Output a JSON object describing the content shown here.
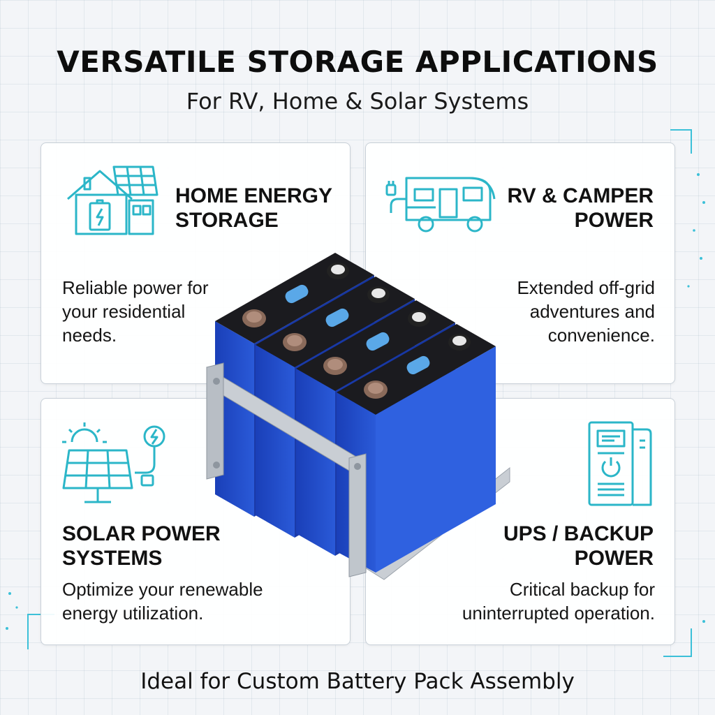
{
  "header": {
    "title": "VERSATILE STORAGE APPLICATIONS",
    "subtitle": "For RV, Home & Solar Systems"
  },
  "cards": {
    "home": {
      "title_line1": "HOME ENERGY",
      "title_line2": "STORAGE",
      "desc_line1": "Reliable power for",
      "desc_line2": "your residential",
      "desc_line3": "needs."
    },
    "rv": {
      "title_line1": "RV & CAMPER",
      "title_line2": "POWER",
      "desc_line1": "Extended off-grid",
      "desc_line2": "adventures and",
      "desc_line3": "convenience."
    },
    "solar": {
      "title_line1": "SOLAR POWER",
      "title_line2": "SYSTEMS",
      "desc_line1": "Optimize your renewable",
      "desc_line2": "energy utilization."
    },
    "ups": {
      "title_line1": "UPS / BACKUP",
      "title_line2": "POWER",
      "desc_line1": "Critical backup for",
      "desc_line2": "uninterrupted operation."
    }
  },
  "footer": {
    "text": "Ideal for Custom Battery Pack Assembly"
  },
  "colors": {
    "accent": "#2bb6c8",
    "cell_blue": "#1f47c8",
    "frame": "#c9ced4"
  },
  "icons": [
    "house-battery-icon",
    "rv-camper-icon",
    "solar-panel-icon",
    "ups-unit-icon"
  ]
}
